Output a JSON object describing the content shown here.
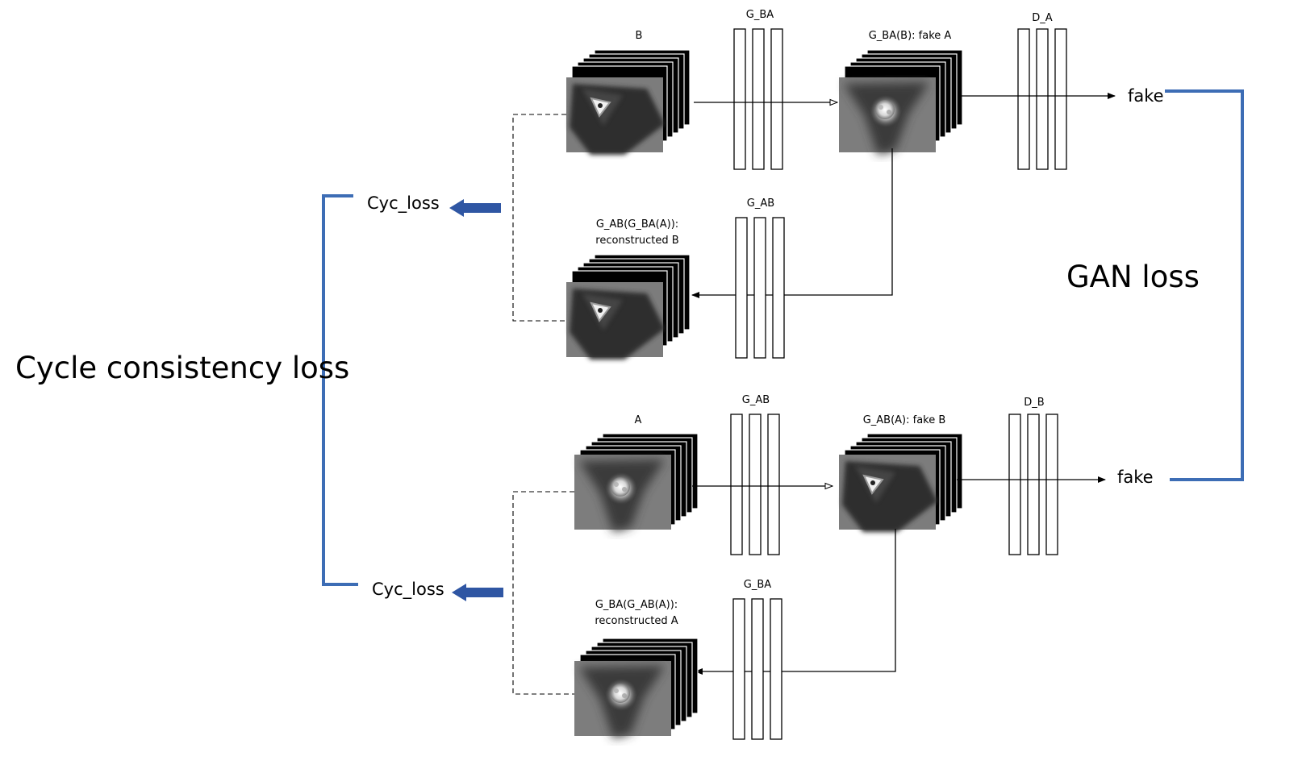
{
  "big_labels": {
    "cycle_consistency": "Cycle consistency loss",
    "gan_loss": "GAN loss"
  },
  "top": {
    "input_label": "B",
    "gen1_label": "G_BA",
    "fake_label": "G_BA(B): fake A",
    "disc_label": "D_A",
    "out_label": "fake",
    "gen2_label": "G_AB",
    "recon_label_1": "G_AB(G_BA(A)):",
    "recon_label_2": "reconstructed B",
    "cyc_label": "Cyc_loss"
  },
  "bottom": {
    "input_label": "A",
    "gen1_label": "G_AB",
    "fake_label": "G_AB(A): fake B",
    "disc_label": "D_B",
    "out_label": "fake",
    "gen2_label": "G_BA",
    "recon_label_1": "G_BA(G_AB(A)):",
    "recon_label_2": "reconstructed A",
    "cyc_label": "Cyc_loss"
  },
  "colors": {
    "bracket": "#3d6db5",
    "arrow": "#2f56a3"
  },
  "image_icons": [
    "triangle-particle-image",
    "round-particle-image"
  ]
}
